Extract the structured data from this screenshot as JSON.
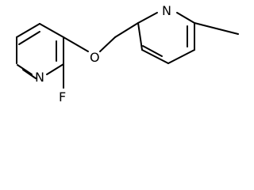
{
  "molecule": {
    "atoms": {
      "n_left": "N",
      "f": "F",
      "o": "O",
      "n_right": "N"
    }
  },
  "colors": {
    "bond": "#000000",
    "label": "#000000",
    "background": "#ffffff"
  }
}
